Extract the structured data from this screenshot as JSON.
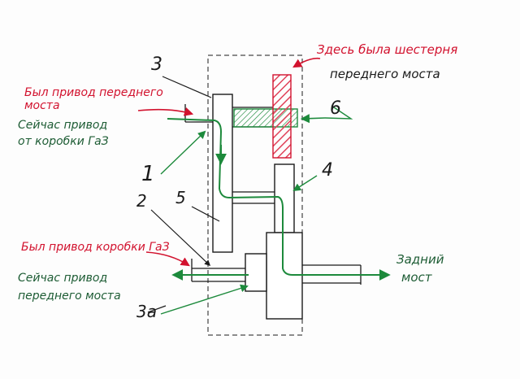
{
  "colors": {
    "ink": "#1a1a1a",
    "green": "#1d8a3c",
    "green_text": "#1d5c34",
    "red": "#d2122e",
    "hatch": "#e0435a"
  },
  "labels": {
    "top_right_red_line1": "Здесь была шестерня",
    "top_right_red_line2": "переднего моста",
    "left_red_top_line1": "Был привод переднего",
    "left_red_top_line2": "моста",
    "left_green_top_line1": "Сейчас привод",
    "left_green_top_line2": "от коробки ГаЗ",
    "left_red_bottom": "Был привод коробки ГаЗ",
    "left_green_bottom_line1": "Сейчас привод",
    "left_green_bottom_line2": "переднего моста",
    "right_green_line1": "Задний",
    "right_green_line2": "мост"
  },
  "numbers": {
    "n3": "3",
    "n6": "6",
    "n1": "1",
    "n4": "4",
    "n2": "2",
    "n5": "5",
    "n3a": "3а"
  }
}
